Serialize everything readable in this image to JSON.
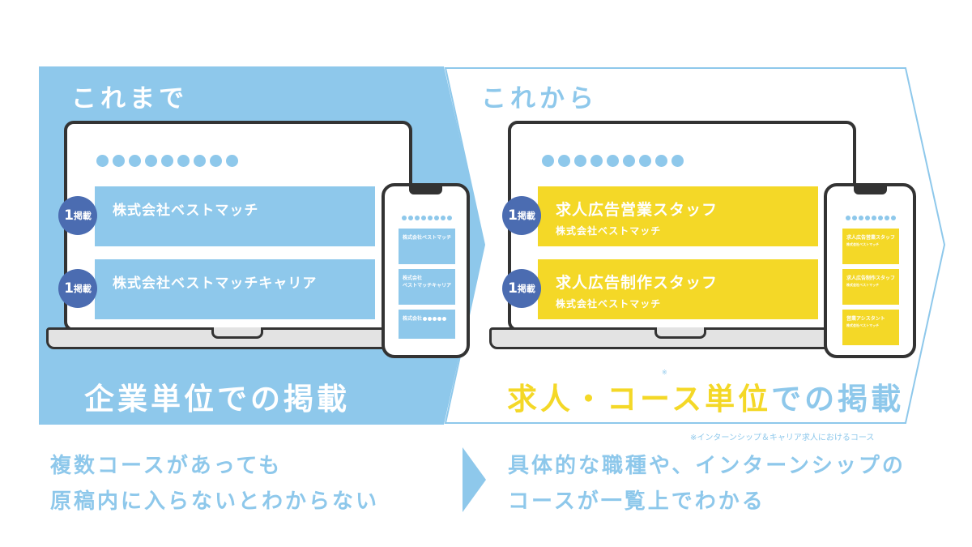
{
  "before": {
    "title": "これまで",
    "cards": [
      {
        "badge_num": "1",
        "badge_label": "掲載",
        "title": "株式会社ベストマッチ"
      },
      {
        "badge_num": "1",
        "badge_label": "掲載",
        "title": "株式会社ベストマッチキャリア"
      }
    ],
    "phone_cards": [
      {
        "text": "株式会社ベストマッチ"
      },
      {
        "text": "株式会社\nベストマッチキャリア"
      },
      {
        "text": "株式会社"
      }
    ],
    "caption": "企業単位での掲載",
    "bottom_line1": "複数コースがあっても",
    "bottom_line2": "原稿内に入らないとわからない"
  },
  "after": {
    "title": "これから",
    "cards": [
      {
        "badge_num": "1",
        "badge_label": "掲載",
        "title": "求人広告営業スタッフ",
        "subtitle": "株式会社ベストマッチ"
      },
      {
        "badge_num": "1",
        "badge_label": "掲載",
        "title": "求人広告制作スタッフ",
        "subtitle": "株式会社ベストマッチ"
      }
    ],
    "phone_cards": [
      {
        "text": "求人広告営業スタッフ",
        "sub": "株式会社ベストマッチ"
      },
      {
        "text": "求人広告制作スタッフ",
        "sub": "株式会社ベストマッチ"
      },
      {
        "text": "営業アシスタント",
        "sub": "株式会社ベストマッチ"
      }
    ],
    "caption_part1": "求人・コース",
    "caption_part2": "単位",
    "caption_part3": "での掲載",
    "note_mark": "※",
    "footnote": "※インターンシップ＆キャリア求人におけるコース",
    "bottom_line1": "具体的な職種や、インターンシップの",
    "bottom_line2": "コースが一覧上でわかる"
  },
  "colors": {
    "light_blue": "#8ec8eb",
    "yellow": "#f4d827",
    "badge_blue": "#4b6cb1",
    "dark": "#333333"
  }
}
